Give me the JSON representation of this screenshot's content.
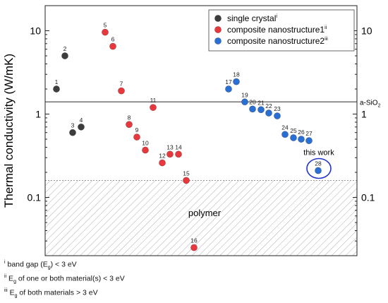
{
  "chart_data": {
    "type": "scatter",
    "title": "",
    "xlabel": "",
    "ylabel": "Thermal conductivity (W/mK)",
    "y_scale": "log",
    "ylim": [
      0.02,
      20
    ],
    "y_ticks": [
      {
        "value": 10,
        "label": "10"
      },
      {
        "value": 1,
        "label": "1"
      },
      {
        "value": 0.1,
        "label": "0.1"
      }
    ],
    "x_ticks_shown": false,
    "grid": false,
    "legend": {
      "placement": "top-right",
      "entries": [
        {
          "series": 0,
          "text": "single crystal",
          "sup": "i"
        },
        {
          "series": 1,
          "text": "composite nanostructure1",
          "sup": "ii"
        },
        {
          "series": 2,
          "text": "composite nanostructure2",
          "sup": "iii"
        }
      ]
    },
    "series": [
      {
        "color": "#3d3d3d",
        "points": [
          {
            "label": "1",
            "x": 1,
            "y": 2.0
          },
          {
            "label": "2",
            "x": 2,
            "y": 5.0
          },
          {
            "label": "3",
            "x": 3,
            "y": 0.6
          },
          {
            "label": "4",
            "x": 4,
            "y": 0.7
          }
        ]
      },
      {
        "color": "#e8383d",
        "points": [
          {
            "label": "5",
            "x": 5,
            "y": 9.6
          },
          {
            "label": "6",
            "x": 6,
            "y": 6.5
          },
          {
            "label": "7",
            "x": 7,
            "y": 1.9
          },
          {
            "label": "8",
            "x": 8,
            "y": 0.75
          },
          {
            "label": "9",
            "x": 9,
            "y": 0.53
          },
          {
            "label": "10",
            "x": 10,
            "y": 0.37
          },
          {
            "label": "11",
            "x": 11,
            "y": 1.2
          },
          {
            "label": "12",
            "x": 12,
            "y": 0.26
          },
          {
            "label": "13",
            "x": 13,
            "y": 0.33
          },
          {
            "label": "14",
            "x": 14,
            "y": 0.33
          },
          {
            "label": "15",
            "x": 15,
            "y": 0.16
          },
          {
            "label": "16",
            "x": 16,
            "y": 0.025
          }
        ]
      },
      {
        "color": "#2a6fd4",
        "points": [
          {
            "label": "17",
            "x": 17,
            "y": 2.0
          },
          {
            "label": "18",
            "x": 18,
            "y": 2.45
          },
          {
            "label": "19",
            "x": 19,
            "y": 1.4
          },
          {
            "label": "20",
            "x": 20,
            "y": 1.15
          },
          {
            "label": "21",
            "x": 21,
            "y": 1.13
          },
          {
            "label": "22",
            "x": 22,
            "y": 1.03
          },
          {
            "label": "23",
            "x": 23,
            "y": 0.95
          },
          {
            "label": "24",
            "x": 24,
            "y": 0.57
          },
          {
            "label": "25",
            "x": 25,
            "y": 0.52
          },
          {
            "label": "26",
            "x": 26,
            "y": 0.5
          },
          {
            "label": "27",
            "x": 27,
            "y": 0.48
          },
          {
            "label": "28",
            "x": 28,
            "y": 0.21
          }
        ]
      }
    ],
    "reference_line": {
      "y": 1.4,
      "label": "a-SiO",
      "label_sub": "2"
    },
    "region": {
      "y_max": 0.16,
      "label": "polymer"
    },
    "highlight": {
      "point": "28",
      "label": "this work",
      "color": "#2233cc"
    }
  },
  "footnotes": [
    {
      "mark": "i",
      "pre": "band gap (E",
      "sub": "g",
      "post": ") < 3 eV"
    },
    {
      "mark": "ii",
      "pre": "E",
      "sub": "g",
      "post": " of one or both material(s) < 3 eV"
    },
    {
      "mark": "iii",
      "pre": "E",
      "sub": "g",
      "post": " of both materials > 3 eV"
    }
  ]
}
